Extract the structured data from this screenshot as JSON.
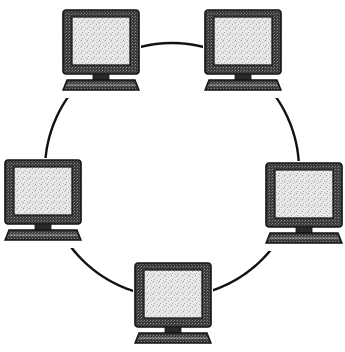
{
  "diagram": {
    "topology": "ring",
    "node_count": 5,
    "node_icon": "computer-icon",
    "link_style": "single-line-ring",
    "colors": {
      "background": "#ffffff",
      "ink": "#111111",
      "screen": "#e8e8e8",
      "screen_speckle": "#9a9a9a",
      "bezel": "#2a2a2a"
    },
    "nodes": [
      {
        "id": "computer-top-left"
      },
      {
        "id": "computer-top-right"
      },
      {
        "id": "computer-right"
      },
      {
        "id": "computer-bottom"
      },
      {
        "id": "computer-left"
      }
    ]
  }
}
